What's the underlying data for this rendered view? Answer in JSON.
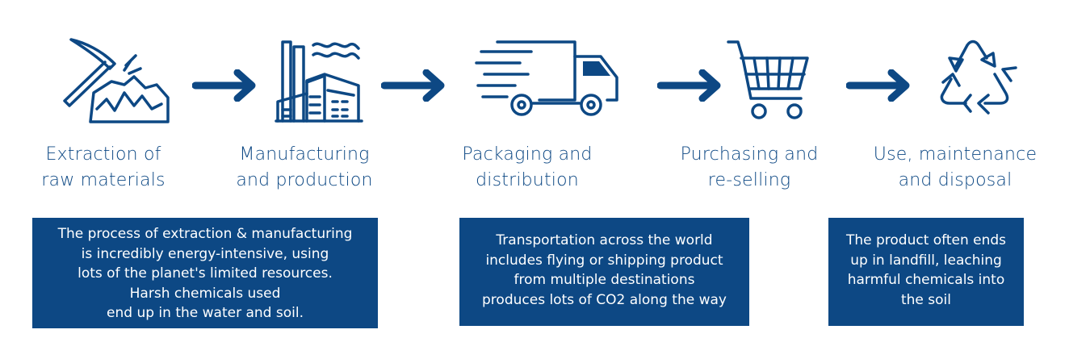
{
  "colors": {
    "primary": "#0d4884",
    "background": "#ffffff",
    "box_text": "#ffffff"
  },
  "steps": [
    {
      "icon": "pickaxe-mountain-icon",
      "label": [
        "Extraction of",
        "raw materials"
      ]
    },
    {
      "icon": "factory-icon",
      "label": [
        "Manufacturing",
        "and production"
      ]
    },
    {
      "icon": "delivery-truck-icon",
      "label": [
        "Packaging and",
        "distribution"
      ]
    },
    {
      "icon": "shopping-cart-icon",
      "label": [
        "Purchasing and",
        "re-selling"
      ]
    },
    {
      "icon": "recycle-icon",
      "label": [
        "Use, maintenance",
        "and disposal"
      ]
    }
  ],
  "arrows": [
    "right-arrow-icon",
    "right-arrow-icon",
    "right-arrow-icon",
    "right-arrow-icon"
  ],
  "notes": [
    {
      "lines": [
        "The process of extraction & manufacturing",
        "is incredibly energy-intensive, using",
        "lots of the planet's limited resources.",
        "Harsh chemicals used",
        "end up in the water and soil."
      ]
    },
    {
      "lines": [
        "Transportation across the world",
        "includes flying or shipping product",
        "from multiple destinations",
        "produces lots of CO2 along the way"
      ]
    },
    {
      "lines": [
        "The product often ends",
        "up in landfill, leaching",
        "harmful chemicals into",
        "the soil"
      ]
    }
  ]
}
